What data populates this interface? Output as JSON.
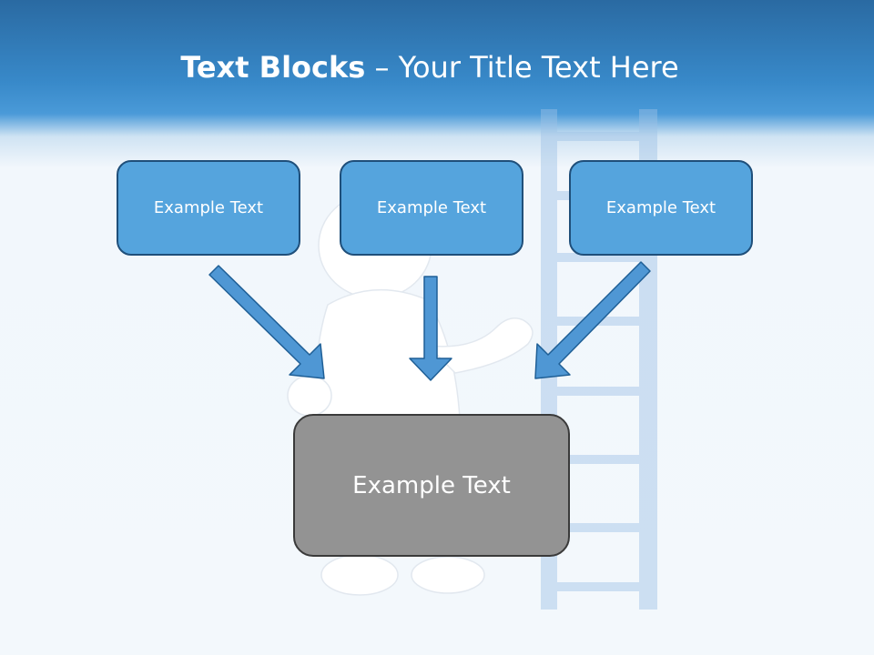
{
  "title": {
    "bold": "Text Blocks",
    "dash": " – ",
    "rest": "Your Title Text Here"
  },
  "blocks": [
    {
      "label": "Example Text"
    },
    {
      "label": "Example Text"
    },
    {
      "label": "Example Text"
    }
  ],
  "center_block": {
    "label": "Example Text"
  },
  "colors": {
    "header_blue": "#3889c9",
    "block_blue": "#55a4dd",
    "block_border": "#1f4f7a",
    "center_gray": "#939393",
    "arrow_blue": "#4f97d4"
  }
}
